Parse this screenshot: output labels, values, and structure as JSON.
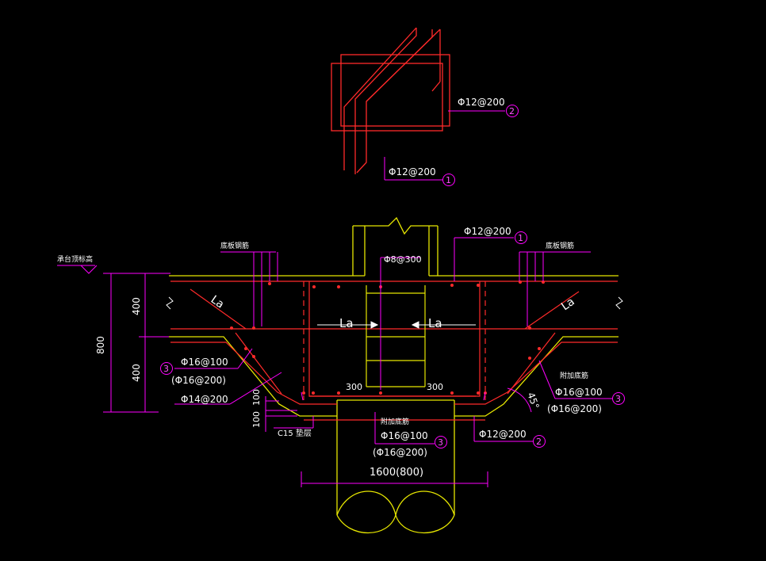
{
  "colors": {
    "background": "#000000",
    "rebar": "#ff2a2a",
    "concrete": "#e6e600",
    "dimension": "#ff00ff",
    "text": "#ffffff"
  },
  "top_detail": {
    "label_2": "Φ12@200",
    "num_2": "2",
    "label_1": "Φ12@200",
    "num_1": "1"
  },
  "labels": {
    "platform_top": "承台顶标高",
    "slab_rebar_left": "底板钢筋",
    "slab_rebar_right": "底板钢筋",
    "stirrup": "Φ8@300",
    "top_right_rebar": "Φ12@200",
    "top_right_num": "1",
    "la_left_diag": "La",
    "la_center_left": "La",
    "la_center_right": "La",
    "la_right_diag": "La",
    "dim_400_top": "400",
    "dim_400_bottom": "400",
    "dim_800": "800",
    "left_rebar_num": "3",
    "left_rebar_1": "Φ16@100",
    "left_rebar_2": "(Φ16@200)",
    "left_rebar_3": "Φ14@200",
    "dim_100a": "100",
    "dim_100b": "100",
    "cushion": "C15 垫层",
    "dim_300_left": "300",
    "dim_300_right": "300",
    "additional_bottom_center": "附加底筋",
    "center_rebar_1": "Φ16@100",
    "center_rebar_num": "3",
    "center_rebar_2": "(Φ16@200)",
    "bottom_right_rebar": "Φ12@200",
    "bottom_right_num": "2",
    "additional_bottom_right": "附加底筋",
    "angle": "45°",
    "right_rebar_1": "Φ16@100",
    "right_rebar_num": "3",
    "right_rebar_2": "(Φ16@200)",
    "pile_width": "1600(800)"
  }
}
